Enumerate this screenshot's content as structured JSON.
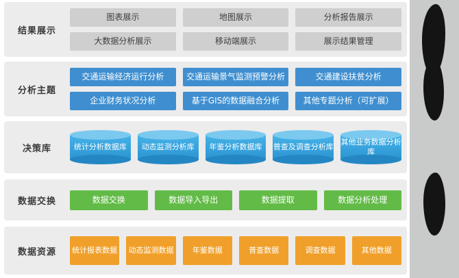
{
  "rows": [
    {
      "label": "结果展示",
      "style": "gray",
      "lines": [
        [
          "图表展示",
          "地图展示",
          "分析报告展示"
        ],
        [
          "大数据分析展示",
          "移动端展示",
          "展示结果管理"
        ]
      ]
    },
    {
      "label": "分析主题",
      "style": "blue",
      "lines": [
        [
          "交通运输经济运行分析",
          "交通运输景气监测预警分析",
          "交通建设扶贫分析"
        ],
        [
          "企业财务状况分析",
          "基于GIS的数据融合分析",
          "其他专题分析（可扩展）"
        ]
      ]
    },
    {
      "label": "决策库",
      "style": "cylinder",
      "items": [
        "统计分析\n数据库",
        "动态监测\n分析库",
        "年鉴分析\n数据库",
        "普查及调查\n分析库",
        "其他业务数\n据分析库"
      ]
    },
    {
      "label": "数据交换",
      "style": "green",
      "lines": [
        [
          "数据交换",
          "数据导入导出",
          "数据提取",
          "数据分析处理"
        ]
      ]
    },
    {
      "label": "数据资源",
      "style": "orange",
      "lines": [
        [
          "统计报表\n数据",
          "动态监测\n数据",
          "年鉴数据",
          "普查数据",
          "调查数据",
          "其他数据"
        ]
      ]
    }
  ],
  "colors": {
    "row_background": "#ececec",
    "gray_box": "#cfcfcf",
    "blue_box": "#3f8fd0",
    "cylinder": "#34a3dd",
    "green_box": "#62bb46",
    "orange_box": "#f0a02a",
    "right_strip": "#c9cbcb",
    "blob": "#141414"
  }
}
